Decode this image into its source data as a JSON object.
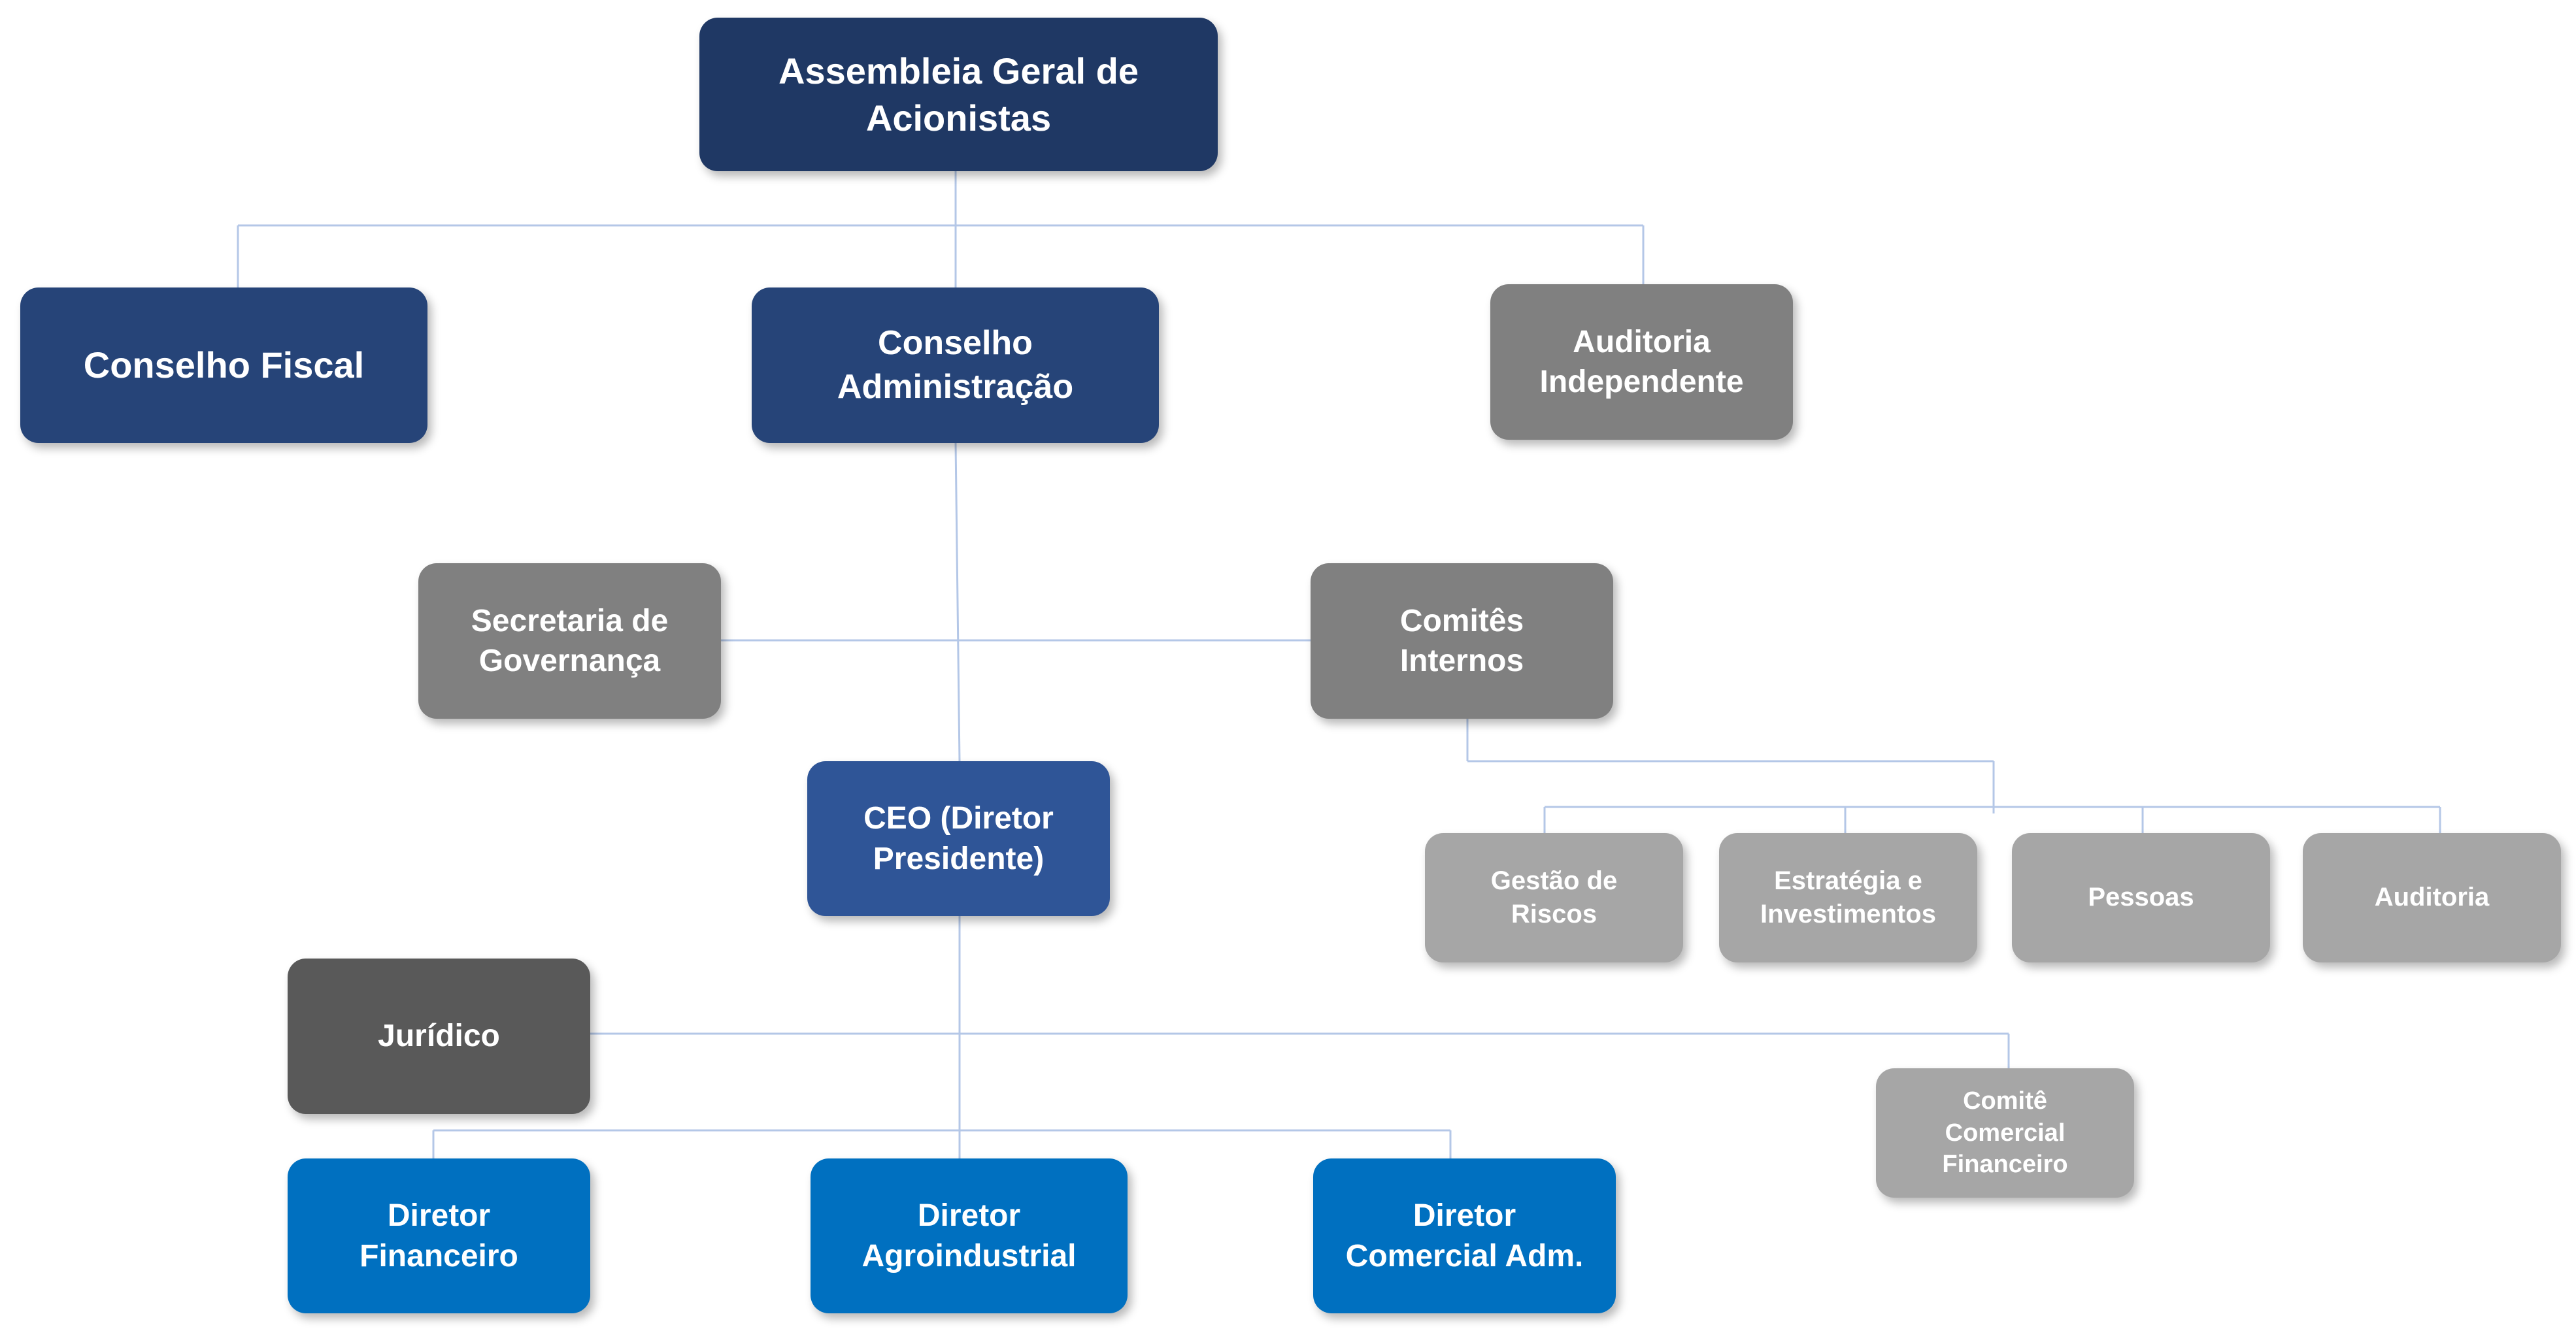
{
  "colors": {
    "navy": "#1f3864",
    "dark_blue": "#264478",
    "steel_blue": "#2f5597",
    "bright_blue": "#0070c0",
    "gray": "#808080",
    "light_gray": "#a6a6a6",
    "dark_gray": "#595959",
    "connector": "#b4c7e7"
  },
  "nodes": {
    "assembleia": "Assembleia Geral de\nAcionistas",
    "conselho_fiscal": "Conselho Fiscal",
    "conselho_adm": "Conselho\nAdministração",
    "auditoria_independente": "Auditoria\nIndependente",
    "secretaria": "Secretaria de\nGovernança",
    "comites_internos": "Comitês\nInternos",
    "ceo": "CEO (Diretor\nPresidente)",
    "gestao_riscos": "Gestão de\nRiscos",
    "estrategia": "Estratégia e\nInvestimentos",
    "pessoas": "Pessoas",
    "auditoria": "Auditoria",
    "juridico": "Jurídico",
    "comite_comercial": "Comitê\nComercial\nFinanceiro",
    "diretor_financeiro": "Diretor\nFinanceiro",
    "diretor_agro": "Diretor\nAgroindustrial",
    "diretor_comercial": "Diretor\nComercial Adm."
  }
}
